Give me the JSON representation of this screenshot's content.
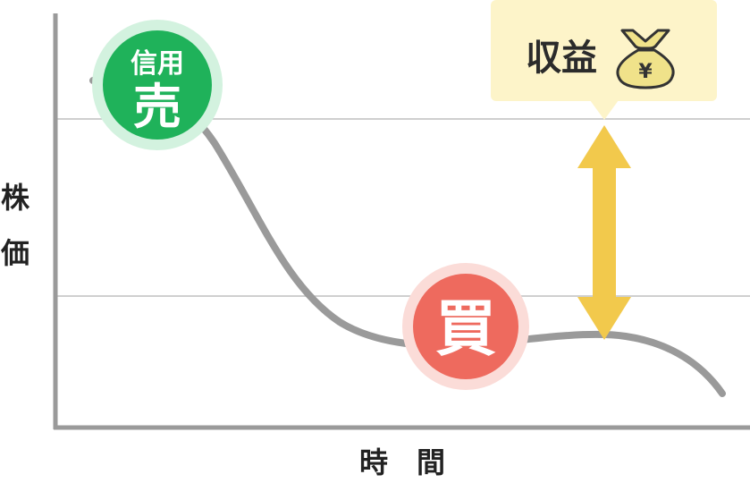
{
  "axes": {
    "y_label_chars": [
      "株",
      "価"
    ],
    "x_label": "時　間"
  },
  "sell_badge": {
    "top_text": "信用",
    "main_text": "売"
  },
  "buy_badge": {
    "text": "買"
  },
  "profit_callout": {
    "label": "収益",
    "currency_symbol": "¥"
  },
  "colors": {
    "sell": "#1fb25a",
    "sell_halo": "#d3f2df",
    "buy": "#ee6a5e",
    "buy_halo": "#fbdcd8",
    "arrow": "#f2c94c",
    "callout_bg": "#fdf4c9",
    "price_line": "#9a9a9a",
    "axis": "#9a9a9a",
    "gridline": "#bfbfbf"
  }
}
